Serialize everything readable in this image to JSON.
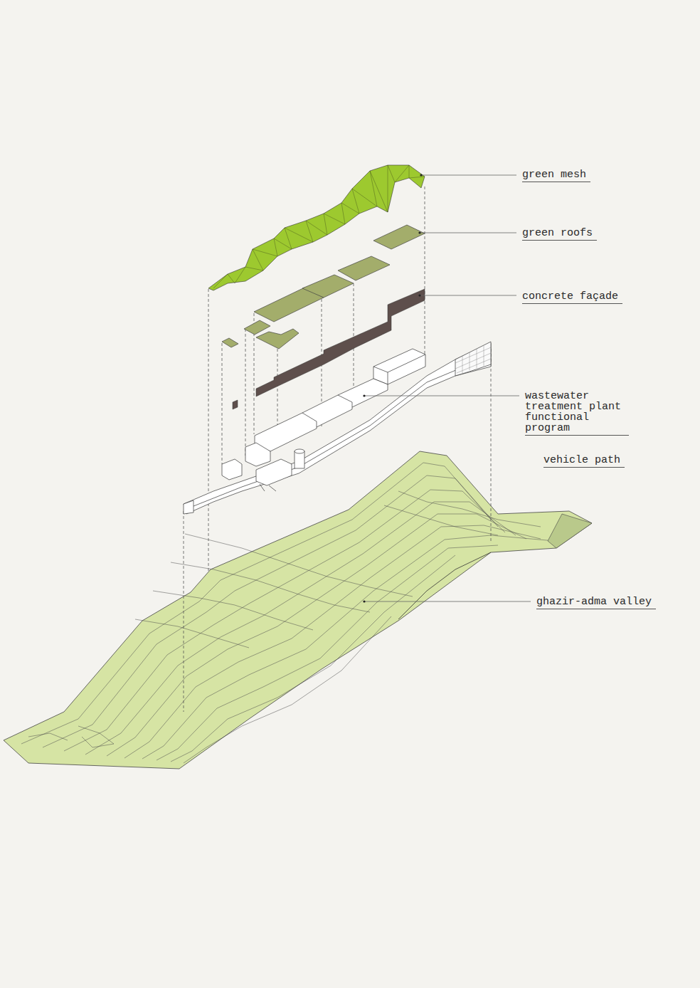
{
  "diagram": {
    "labels": [
      "green mesh",
      "green roofs",
      "concrete façade",
      "wastewater treatment plant functional program",
      "vehicle path",
      "ghazir-adma valley"
    ]
  }
}
